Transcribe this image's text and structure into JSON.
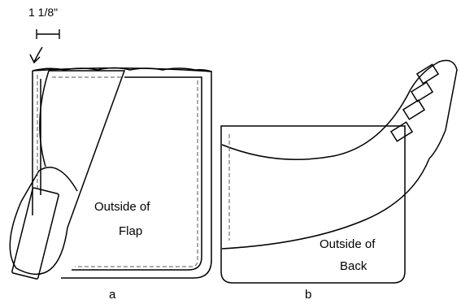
{
  "measurement": {
    "label": "1 1/8\""
  },
  "panel_a": {
    "label_line1": "Outside of",
    "label_line2": "Flap",
    "caption": "a"
  },
  "panel_b": {
    "label_line1": "Outside of",
    "label_line2": "Back",
    "caption": "b"
  },
  "colors": {
    "ink": "#000000",
    "paper": "#ffffff",
    "stitch": "#555555"
  }
}
